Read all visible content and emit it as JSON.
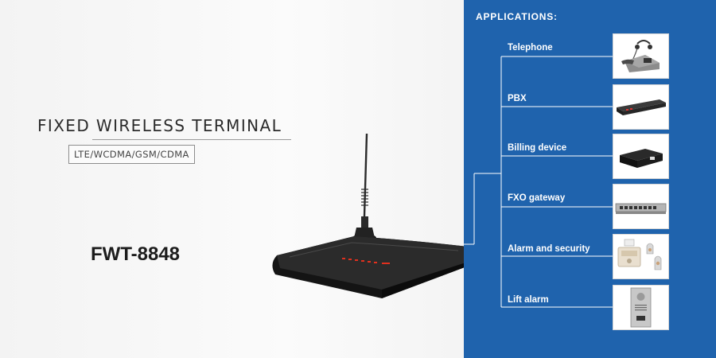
{
  "product": {
    "title": "FIXED WIRELESS TERMINAL",
    "subtitle": "LTE/WCDMA/GSM/CDMA",
    "model": "FWT-8848"
  },
  "applications": {
    "heading": "APPLICATIONS:",
    "items": [
      {
        "label": "Telephone",
        "icon": "telephone-headset-icon"
      },
      {
        "label": "PBX",
        "icon": "pbx-rack-icon"
      },
      {
        "label": "Billing device",
        "icon": "billing-box-icon"
      },
      {
        "label": "FXO gateway",
        "icon": "fxo-gateway-icon"
      },
      {
        "label": "Alarm and security",
        "icon": "alarm-panel-icon"
      },
      {
        "label": "Lift alarm",
        "icon": "lift-intercom-icon"
      }
    ]
  },
  "colors": {
    "panel_blue": "#1f63ad",
    "connector_line": "#ffffff",
    "device_body": "#1a1a1a",
    "led": "#e0301e"
  }
}
